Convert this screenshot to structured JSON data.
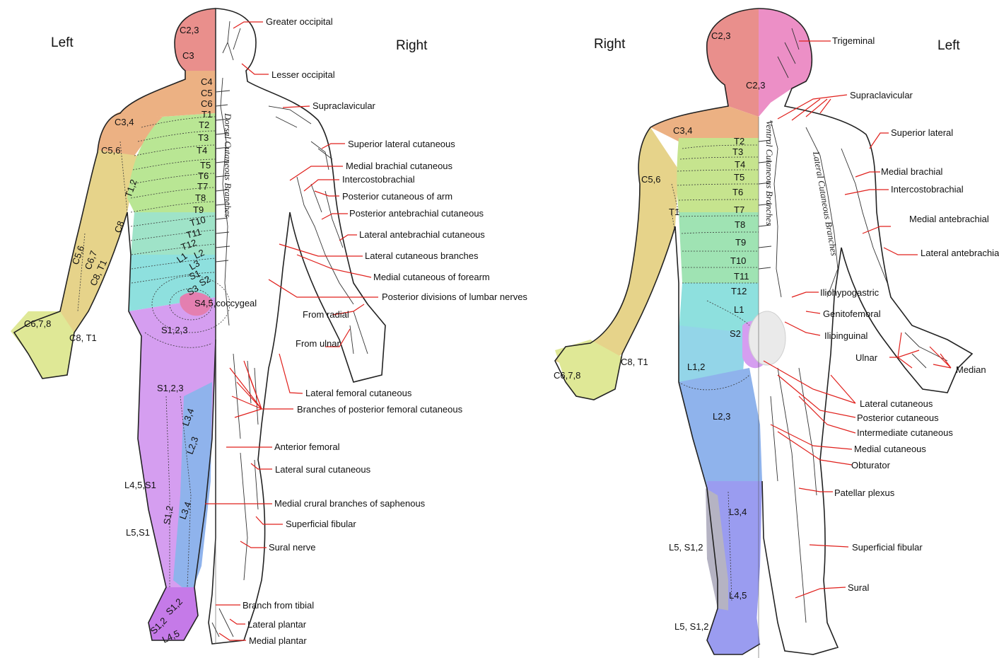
{
  "posterior": {
    "left_label": "Left",
    "right_label": "Right",
    "vertical_text": "Dorsal Cutaneous Branches",
    "dermatomes": [
      "C2,3",
      "C3",
      "C4",
      "C5",
      "C6",
      "C3,4",
      "T1",
      "T2",
      "T3",
      "T4",
      "C5,6",
      "T5",
      "T6",
      "T7",
      "T1,2",
      "T8",
      "T9",
      "C8",
      "T10",
      "T11",
      "T12",
      "L2",
      "L1",
      "C5,6",
      "C6,7",
      "L3",
      "C8, T1",
      "S1",
      "S2",
      "S3",
      "S4,5,coccygeal",
      "C6,7,8",
      "C8, T1",
      "S1,2,3",
      "S1,2,3",
      "L3,4",
      "L2,3",
      "L4,5,S1",
      "S1,2",
      "L3,4",
      "L5,S1",
      "S1,2",
      "S1,2",
      "L4,5"
    ],
    "nerves": [
      "Greater occipital",
      "Lesser occipital",
      "Supraclavicular",
      "Superior lateral cutaneous",
      "Medial brachial cutaneous",
      "Intercostobrachial",
      "Posterior cutaneous of arm",
      "Posterior antebrachial cutaneous",
      "Lateral antebrachial cutaneous",
      "Lateral cutaneous branches",
      "Medial cutaneous of forearm",
      "Posterior divisions of lumbar nerves",
      "From radial",
      "From ulnar",
      "Lateral femoral cutaneous",
      "Branches of posterior femoral cutaneous",
      "Anterior femoral",
      "Lateral sural cutaneous",
      "Medial crural branches of saphenous",
      "Superficial fibular",
      "Sural nerve",
      "Branch from tibial",
      "Lateral plantar",
      "Medial plantar"
    ]
  },
  "anterior": {
    "right_label": "Right",
    "left_label": "Left",
    "vertical_text_1": "Ventral Cutaneous Branches",
    "vertical_text_2": "Lateral Cutaneous Branches",
    "dermatomes": [
      "C2,3",
      "C2,3",
      "C3,4",
      "T2",
      "T3",
      "T4",
      "C5,6",
      "T5",
      "T6",
      "T1",
      "T7",
      "T8",
      "T9",
      "T10",
      "T11",
      "T12",
      "L1",
      "S2",
      "C8, T1",
      "C6,7,8",
      "L1,2",
      "L2,3",
      "L3,4",
      "L5, S1,2",
      "L4,5",
      "L5, S1,2"
    ],
    "nerves": [
      "Trigeminal",
      "Supraclavicular",
      "Superior lateral",
      "Medial brachial",
      "Intercostobrachial",
      "Medial antebrachial",
      "Lateral antebrachial",
      "Iliohypogastric",
      "Genitofemoral",
      "Ilioinguinal",
      "Ulnar",
      "Median",
      "Lateral cutaneous",
      "Posterior cutaneous",
      "Intermediate cutaneous",
      "Medial cutaneous",
      "Obturator",
      "Patellar plexus",
      "Superficial fibular",
      "Sural"
    ]
  },
  "colors": {
    "cervical_head": "#e98f8c",
    "cervical_shoulder": "#ecb183",
    "arm": "#e6d38a",
    "thoracic_upper": "#c6e48e",
    "thoracic_mid": "#9fe3b3",
    "thoracic_low": "#8ee0de",
    "lumbar_upper": "#93d5e8",
    "lumbar_mid": "#8fb3ec",
    "lumbar_low": "#9a9cf0",
    "sacral": "#d59ef0",
    "sacral_deep": "#c57ae8",
    "face": "#ec8fc6",
    "hand": "#dfe896",
    "leader_lines": "#e0201c"
  }
}
